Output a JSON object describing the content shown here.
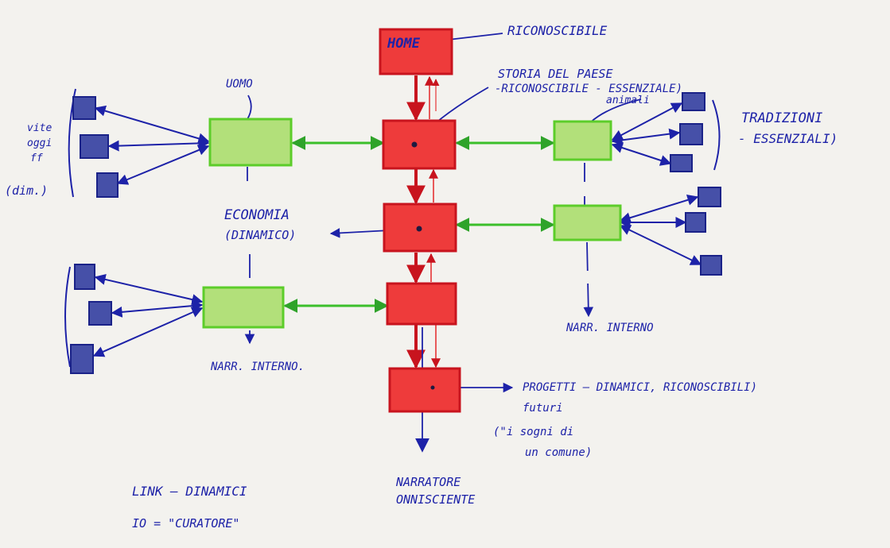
{
  "colors": {
    "paper": "#f3f2ee",
    "red_box": "#ee3b3b",
    "red_stroke": "#c8141e",
    "green_box": "#b2e07a",
    "green_stroke": "#5ccd2a",
    "blue_box": "#4650a8",
    "blue_stroke": "#1a2288",
    "ink": "#1d22a8"
  },
  "home_box": {
    "label": "HOME"
  },
  "labels": {
    "riconoscibile": "RICONOSCIBILE",
    "storia_line1": "STORIA DEL PAESE",
    "storia_line2": "-RICONOSCIBILE - ESSENZIALE)",
    "animali": "animali",
    "tradizioni_line1": "TRADIZIONI",
    "tradizioni_line2": "- ESSENZIALI)",
    "uomo": "UOMO",
    "left_note_l1": "vite",
    "left_note_l2": "oggi",
    "left_note_l3": "ff",
    "left_note_l4": "(dim.)",
    "economia_line1": "ECONOMIA",
    "economia_line2": "(DINAMICO)",
    "narr_interno_right": "NARR. INTERNO",
    "narr_interno_left": "NARR. INTERNO.",
    "progetti_line1": "PROGETTI  —  DINAMICI, RICONOSCIBILI)",
    "progetti_line2": "futuri",
    "progetti_line3": "(\"i sogni di",
    "progetti_line4": "un comune)",
    "narratore_line1": "NARRATORE",
    "narratore_line2": "ONNISCIENTE",
    "link_line1": "LINK — DINAMICI",
    "link_line2": "IO = \"CURATORE\""
  }
}
